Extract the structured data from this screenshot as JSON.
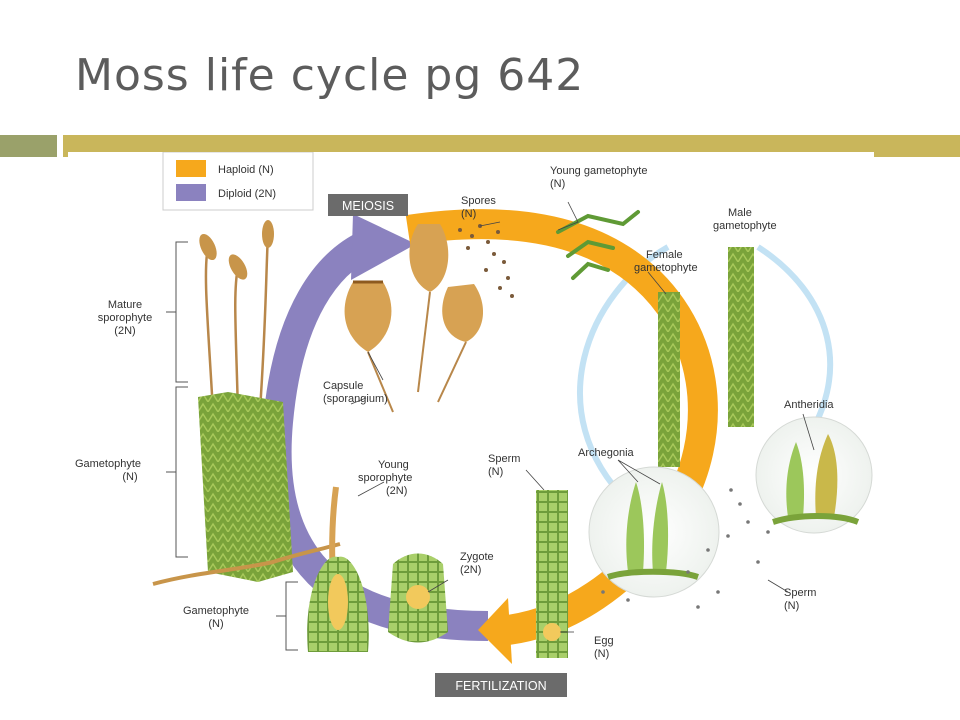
{
  "slide": {
    "title": "Moss life cycle pg 642",
    "accent_color": "#c9b65b",
    "accent_dark": "#9aa16a",
    "title_color": "#5c5c5c"
  },
  "legend": {
    "haploid_label": "Haploid (N)",
    "diploid_label": "Diploid (2N)",
    "haploid_color": "#f6a81c",
    "diploid_color": "#8b82bf"
  },
  "stages": {
    "meiosis": "MEIOSIS",
    "fertilization": "FERTILIZATION"
  },
  "labels": {
    "spores": [
      "Spores",
      "(N)"
    ],
    "young_gametophyte": [
      "Young gametophyte",
      "(N)"
    ],
    "male_gametophyte": [
      "Male",
      "gametophyte"
    ],
    "female_gametophyte": [
      "Female",
      "gametophyte"
    ],
    "mature_sporophyte": [
      "Mature",
      "sporophyte",
      "(2N)"
    ],
    "capsule": [
      "Capsule",
      "(sporangium)"
    ],
    "antheridia": "Antheridia",
    "gametophyte_left": [
      "Gametophyte",
      "(N)"
    ],
    "young_sporophyte": [
      "Young",
      "sporophyte",
      "(2N)"
    ],
    "sperm_top": [
      "Sperm",
      "(N)"
    ],
    "archegonia": "Archegonia",
    "zygote": [
      "Zygote",
      "(2N)"
    ],
    "gametophyte_bottom": [
      "Gametophyte",
      "(N)"
    ],
    "egg": [
      "Egg",
      "(N)"
    ],
    "sperm_right": [
      "Sperm",
      "(N)"
    ]
  }
}
